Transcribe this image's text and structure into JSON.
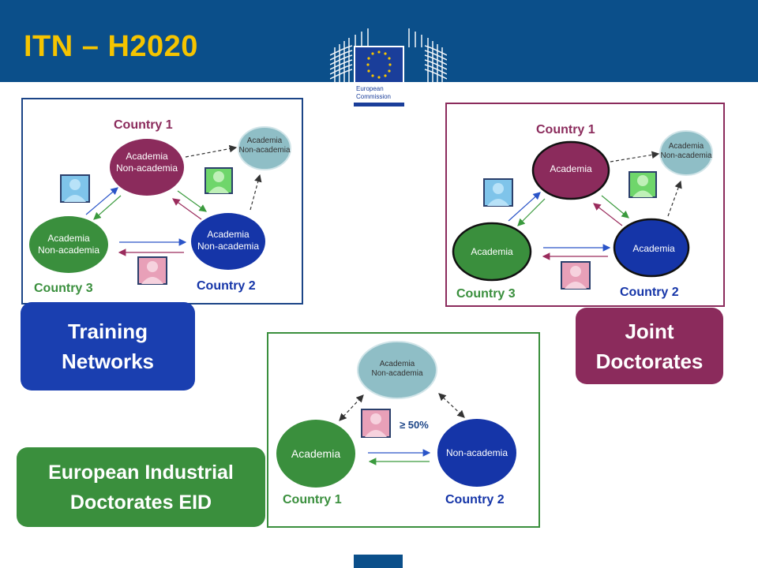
{
  "header": {
    "title": "ITN – H2020",
    "logo_text_1": "European",
    "logo_text_2": "Commission"
  },
  "training": {
    "country1": "Country 1",
    "country2": "Country 2",
    "country3": "Country 3",
    "node_academia": "Academia",
    "node_nonacademia": "Non-academia",
    "label": [
      "Training",
      "Networks"
    ]
  },
  "joint": {
    "country1": "Country 1",
    "country2": "Country 2",
    "country3": "Country 3",
    "node_academia": "Academia",
    "node_nonacademia": "Non-academia",
    "label": [
      "Joint",
      "Doctorates"
    ]
  },
  "eid": {
    "country1": "Country 1",
    "country2": "Country 2",
    "node_academia": "Academia",
    "node_nonacademia": "Non-academia",
    "percent": "≥ 50%",
    "label": [
      "European Industrial",
      "Doctorates EID"
    ]
  },
  "colors": {
    "header_bg": "#0b4f8a",
    "title_yellow": "#f5c400",
    "maroon": "#8b2b5c",
    "blue": "#1535a8",
    "green": "#3a8f3d",
    "teal": "#8fbec6"
  }
}
